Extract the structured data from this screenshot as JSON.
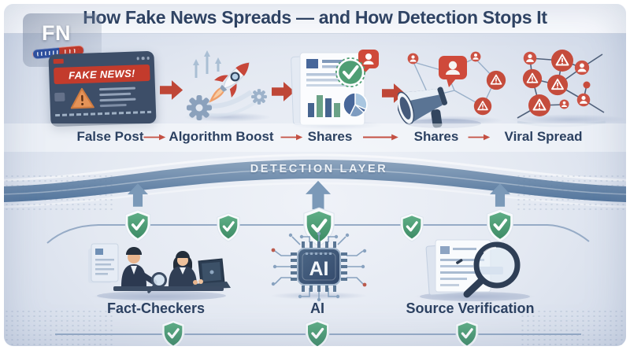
{
  "header": {
    "title": "How Fake News Spreads — and How Detection Stops It"
  },
  "logo": {
    "text": "FN"
  },
  "spread_flow": {
    "fake_news_banner": "FAKE NEWS!",
    "steps": [
      {
        "label": "False Post"
      },
      {
        "label": "Algorithm Boost"
      },
      {
        "label": "Shares"
      },
      {
        "label": "Shares"
      },
      {
        "label": "Viral Spread"
      }
    ]
  },
  "detection_layer": {
    "label": "DETECTION LAYER"
  },
  "detection_tools": [
    {
      "label": "Fact-Checkers"
    },
    {
      "label": "AI",
      "chip_text": "AI"
    },
    {
      "label": "Source Verification"
    }
  ],
  "colors": {
    "title_text": "#2b3f5f",
    "label_text": "#2c4161",
    "flow_arrow_red": "#bf4737",
    "fake_news_red": "#c33b2c",
    "band_blue": "#4f729a",
    "shield_green": "#4c9c74",
    "up_arrow_blue": "#7b99b8"
  }
}
